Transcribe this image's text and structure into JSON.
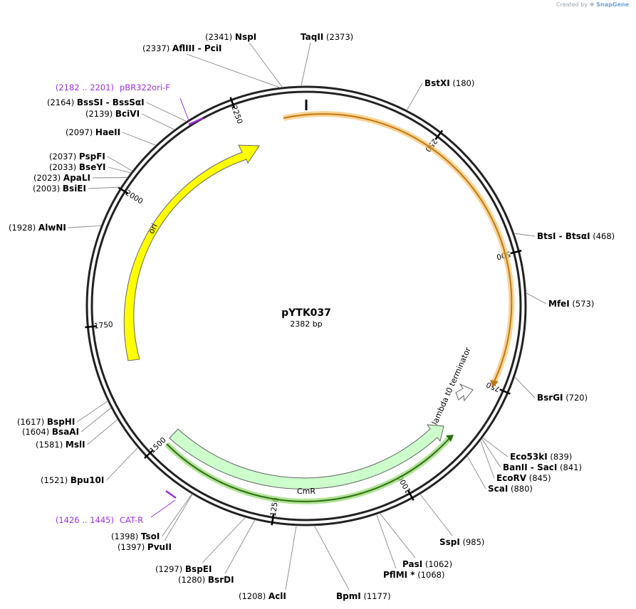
{
  "credit": {
    "text": "Created by",
    "brand": "SnapGene"
  },
  "plasmid": {
    "name": "pYTK037",
    "length_label": "2382 bp",
    "length": 2382
  },
  "ticks": [
    "250",
    "500",
    "750",
    "1000",
    "1250",
    "1500",
    "1750",
    "2000",
    "2250"
  ],
  "enzymes": [
    {
      "name": "TaqII",
      "pos": "(2373)"
    },
    {
      "name": "NspI",
      "pos": "(2341)"
    },
    {
      "name": "AflIII",
      "name2": "PciI",
      "pos": "(2337)"
    },
    {
      "name": "BstXI",
      "pos": "(180)"
    },
    {
      "name": "BssSI",
      "name2": "BssSαI",
      "pos": "(2164)"
    },
    {
      "name": "BciVI",
      "pos": "(2139)"
    },
    {
      "name": "HaeII",
      "pos": "(2097)"
    },
    {
      "name": "PspFI",
      "pos": "(2037)"
    },
    {
      "name": "BseYI",
      "pos": "(2033)"
    },
    {
      "name": "ApaLI",
      "pos": "(2023)"
    },
    {
      "name": "BsiEI",
      "pos": "(2003)"
    },
    {
      "name": "AlwNI",
      "pos": "(1928)"
    },
    {
      "name": "BtsI",
      "name2": "BtsαI",
      "pos": "(468)"
    },
    {
      "name": "MfeI",
      "pos": "(573)"
    },
    {
      "name": "BsrGI",
      "pos": "(720)"
    },
    {
      "name": "Eco53kI",
      "pos": "(839)"
    },
    {
      "name": "BanII",
      "name2": "SacI",
      "pos": "(841)"
    },
    {
      "name": "EcoRV",
      "pos": "(845)"
    },
    {
      "name": "ScaI",
      "pos": "(880)"
    },
    {
      "name": "SspI",
      "pos": "(985)"
    },
    {
      "name": "PasI",
      "pos": "(1062)"
    },
    {
      "name": "PflMI *",
      "pos": "(1068)"
    },
    {
      "name": "BpmI",
      "pos": "(1177)"
    },
    {
      "name": "AclI",
      "pos": "(1208)"
    },
    {
      "name": "BsrDI",
      "pos": "(1280)"
    },
    {
      "name": "BspEI",
      "pos": "(1297)"
    },
    {
      "name": "PvuII",
      "pos": "(1397)"
    },
    {
      "name": "TsoI",
      "pos": "(1398)"
    },
    {
      "name": "Bpu10I",
      "pos": "(1521)"
    },
    {
      "name": "MslI",
      "pos": "(1581)"
    },
    {
      "name": "BsaAI",
      "pos": "(1604)"
    },
    {
      "name": "BspHI",
      "pos": "(1617)"
    }
  ],
  "primers": [
    {
      "name": "pBR322ori-F",
      "range": "(2182 .. 2201)"
    },
    {
      "name": "CAT-R",
      "range": "(1426 .. 1445)"
    }
  ],
  "features": [
    {
      "name": "ori",
      "color": "#ffff00"
    },
    {
      "name": "CmR",
      "color": "#ccffcc"
    },
    {
      "name": "lambda t0 terminator",
      "color": "#ffffff"
    }
  ],
  "colors": {
    "primer": "#9b30d9",
    "orange_feature": "#f5c26b",
    "green_feature": "#8ed96a"
  }
}
